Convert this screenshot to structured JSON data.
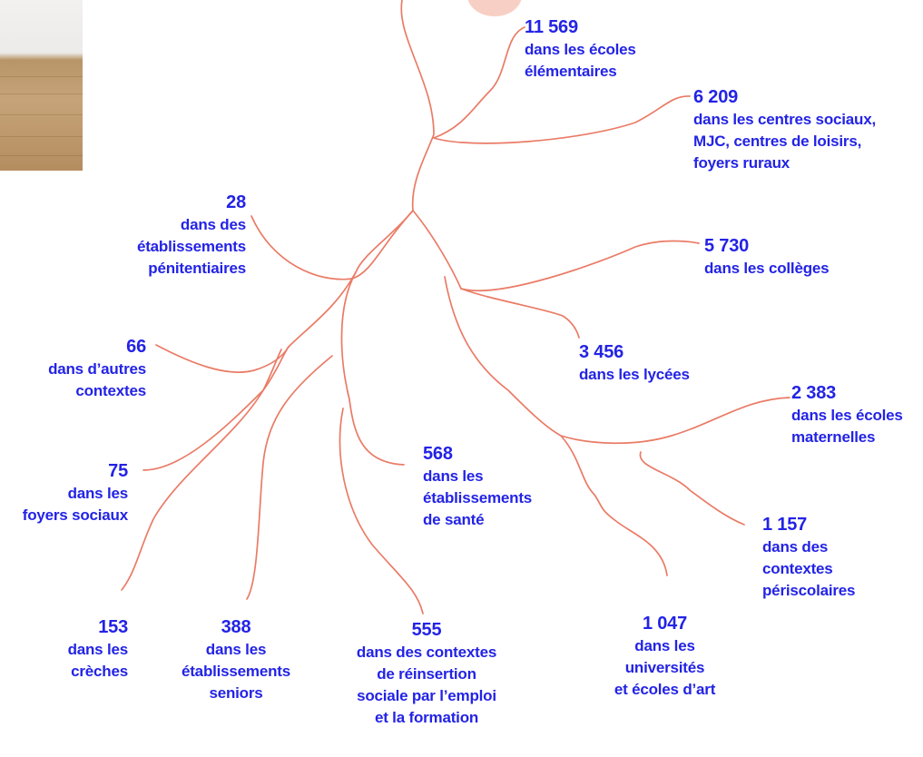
{
  "branches": [
    {
      "id": "elementaires",
      "value": "11 569",
      "text": "dans les écoles\nélémentaires"
    },
    {
      "id": "centres-sociaux",
      "value": "6 209",
      "text": "dans les centres sociaux,\nMJC, centres de loisirs,\nfoyers ruraux"
    },
    {
      "id": "penitentiaires",
      "value": "28",
      "text": "dans des\nétablissements\npénitentiaires"
    },
    {
      "id": "colleges",
      "value": "5 730",
      "text": "dans les collèges"
    },
    {
      "id": "autres",
      "value": "66",
      "text": "dans d’autres\ncontextes"
    },
    {
      "id": "lycees",
      "value": "3 456",
      "text": "dans les lycées"
    },
    {
      "id": "maternelles",
      "value": "2 383",
      "text": "dans les écoles\nmaternelles"
    },
    {
      "id": "foyers-sociaux",
      "value": "75",
      "text": "dans les\nfoyers sociaux"
    },
    {
      "id": "sante",
      "value": "568",
      "text": "dans les\nétablissements\nde santé"
    },
    {
      "id": "periscolaires",
      "value": "1 157",
      "text": "dans des\ncontextes\npériscolaires"
    },
    {
      "id": "creches",
      "value": "153",
      "text": "dans les\ncrèches"
    },
    {
      "id": "seniors",
      "value": "388",
      "text": "dans les\nétablissements\nseniors"
    },
    {
      "id": "reinsertion",
      "value": "555",
      "text": "dans des contextes\nde réinsertion\nsociale par l’emploi\net la formation"
    },
    {
      "id": "universites",
      "value": "1 047",
      "text": "dans les\nuniversités\net écoles d’art"
    }
  ],
  "colors": {
    "label": "#2323e6",
    "branch": "#ea7b66",
    "blob": "#f8cfc4"
  }
}
